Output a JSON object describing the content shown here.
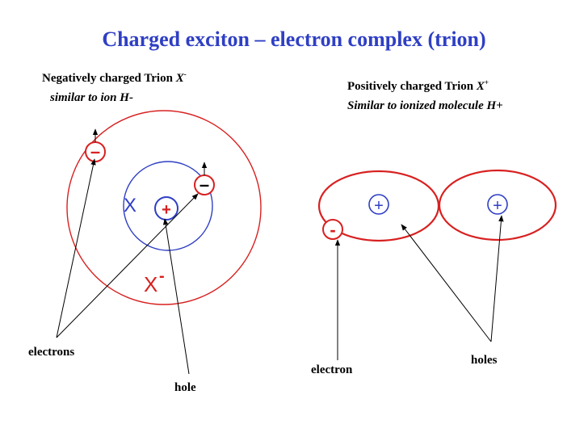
{
  "title": "Charged exciton – electron complex (trion)",
  "left": {
    "heading": "Negatively charged Trion",
    "heading_symbol": "X",
    "heading_sup": "-",
    "subheading": "similar to ion H-",
    "exciton_symbol": "X",
    "trion_symbol": "X",
    "trion_sup": "-",
    "electron_sign": "–",
    "hole_sign": "+",
    "label_electrons": "electrons",
    "label_hole": "hole"
  },
  "right": {
    "heading": "Positively charged Trion",
    "heading_symbol": "X",
    "heading_sup": "+",
    "subheading": "Similar to ionized molecule H+",
    "hole_sign": "+",
    "electron_sign": "-",
    "label_electron": "electron",
    "label_holes": "holes"
  },
  "colors": {
    "title": "#2f3fc4",
    "red": "#d82020",
    "blue": "#2f3fc4",
    "black": "#000000"
  }
}
